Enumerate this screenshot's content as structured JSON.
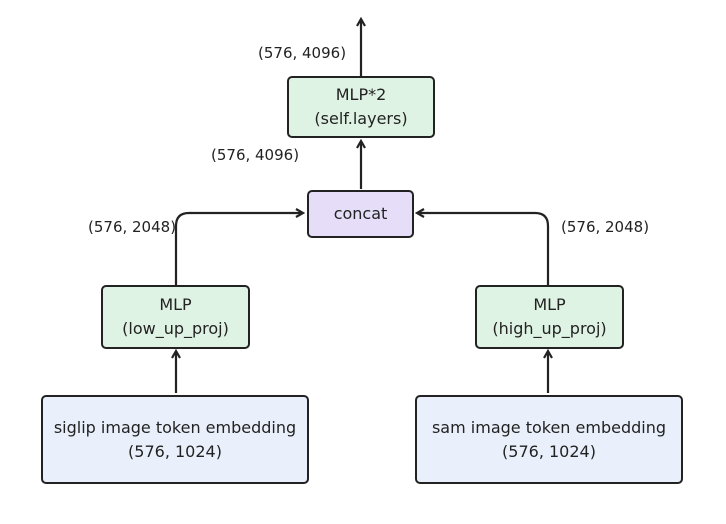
{
  "nodes": {
    "mlp_top": {
      "line1": "MLP*2",
      "line2": "(self.layers)"
    },
    "concat": {
      "label": "concat"
    },
    "mlp_low": {
      "line1": "MLP",
      "line2": "(low_up_proj)"
    },
    "mlp_high": {
      "line1": "MLP",
      "line2": "(high_up_proj)"
    },
    "siglip": {
      "line1": "siglip image token embedding",
      "line2": "(576, 1024)"
    },
    "sam": {
      "line1": "sam image token embedding",
      "line2": "(576, 1024)"
    }
  },
  "edge_labels": {
    "output": "(576, 4096)",
    "concat_out": "(576, 4096)",
    "low_out": "(576, 2048)",
    "high_out": "(576, 2048)"
  },
  "colors": {
    "mlp_fill": "#dff3e4",
    "concat_fill": "#e6ddf9",
    "embedding_fill": "#eaf0fb",
    "stroke": "#222222"
  }
}
